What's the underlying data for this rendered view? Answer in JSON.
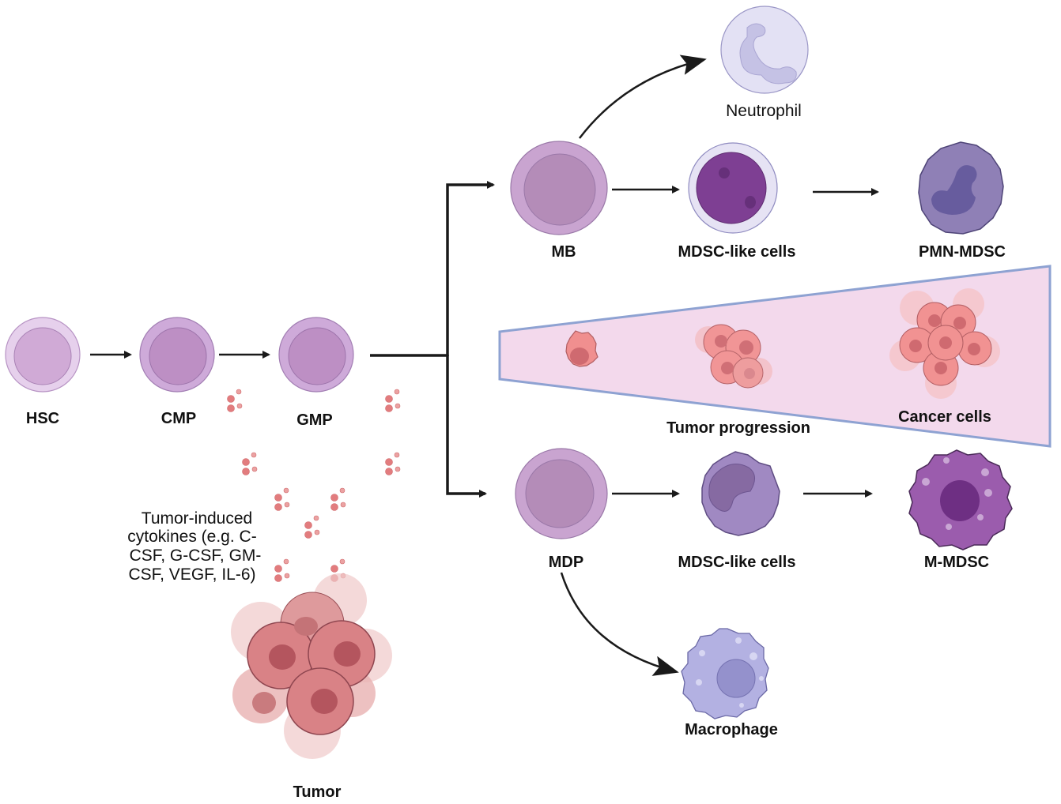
{
  "title": "Tumor-induced myelopoiesis and MDSC differentiation",
  "colors": {
    "arrow": "#1a1a1a",
    "progenitor_outer": "#c9a6d6",
    "progenitor_inner": "#b690c2",
    "hsc_outer": "#e3cbe9",
    "hsc_inner": "#cfa9d3",
    "cytokine": "#e07c7c",
    "tumor": "#d97a7e",
    "tumor_nucleus": "#b85a62",
    "wedge_fill": "#f2d8ea",
    "wedge_stroke": "#8fa3d0",
    "neutrophil": "#e2e0f3",
    "mdsc_like_pmn": "#7e3f93",
    "pmn_mdsc": "#8f7fb6",
    "mdsc_like_m": "#9f89c0",
    "m_mdsc": "#9b5cad",
    "macrophage": "#b3b1e2"
  },
  "labels": {
    "hsc": "HSC",
    "cmp": "CMP",
    "gmp": "GMP",
    "mb": "MB",
    "mdsc_like_top": "MDSC-like cells",
    "pmn_mdsc": "PMN-MDSC",
    "neutrophil": "Neutrophil",
    "tumor_progression": "Tumor progression",
    "cancer_cells": "Cancer cells",
    "mdp": "MDP",
    "mdsc_like_bottom": "MDSC-like cells",
    "m_mdsc": "M-MDSC",
    "macrophage": "Macrophage",
    "tumor": "Tumor",
    "cytokines": [
      "Tumor-induced",
      "cytokines  (e.g. C-",
      "CSF, G-CSF, GM-",
      "CSF, VEGF, IL-6)"
    ]
  }
}
